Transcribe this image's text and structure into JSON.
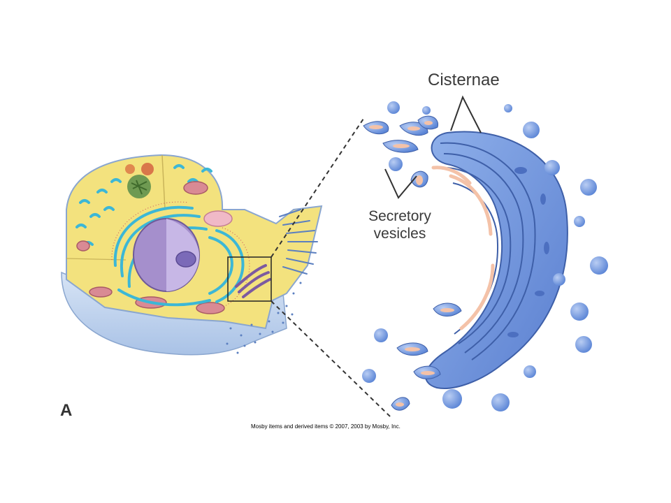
{
  "labels": {
    "cisternae": "Cisternae",
    "secretory_line1": "Secretory",
    "secretory_line2": "vesicles",
    "panel": "A",
    "copyright": "Mosby items and derived items © 2007, 2003 by Mosby, Inc."
  },
  "colors": {
    "background": "#ffffff",
    "cytoplasm": "#f3e27e",
    "membrane_blue": "#c9d8ee",
    "nucleus": "#a58fcc",
    "organelle_cyan": "#3cb7d6",
    "mitochondria": "#d98a94",
    "golgi_blue": "#6f93d8",
    "golgi_lumen": "#f4c2a8",
    "leader_line": "#333333"
  }
}
